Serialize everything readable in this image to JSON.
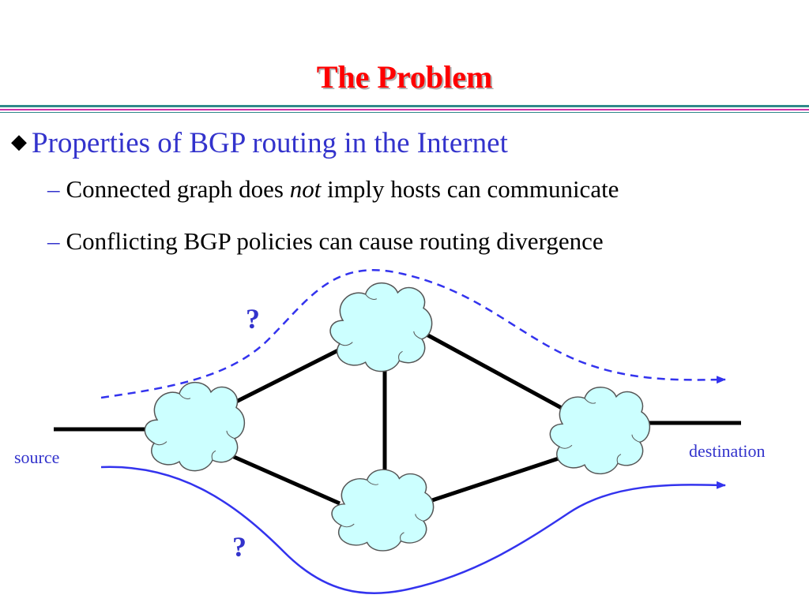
{
  "title": "The Problem",
  "bullet": {
    "text": "Properties of BGP routing in the Internet",
    "subitems": [
      {
        "dash": "–",
        "before": "Connected graph does ",
        "emph": "not",
        "after": " imply hosts can communicate"
      },
      {
        "dash": "–",
        "text": "Conflicting BGP policies can cause routing divergence"
      }
    ]
  },
  "diagram": {
    "source_label": "source",
    "destination_label": "destination",
    "question_top": "?",
    "question_bottom": "?"
  },
  "colors": {
    "title": "#ff0000",
    "bullet_text": "#3333cc",
    "cloud_fill": "#ccffff",
    "path_line": "#3333ee",
    "rule_teal": "#2f8a8a",
    "rule_purple": "#cc33aa"
  }
}
